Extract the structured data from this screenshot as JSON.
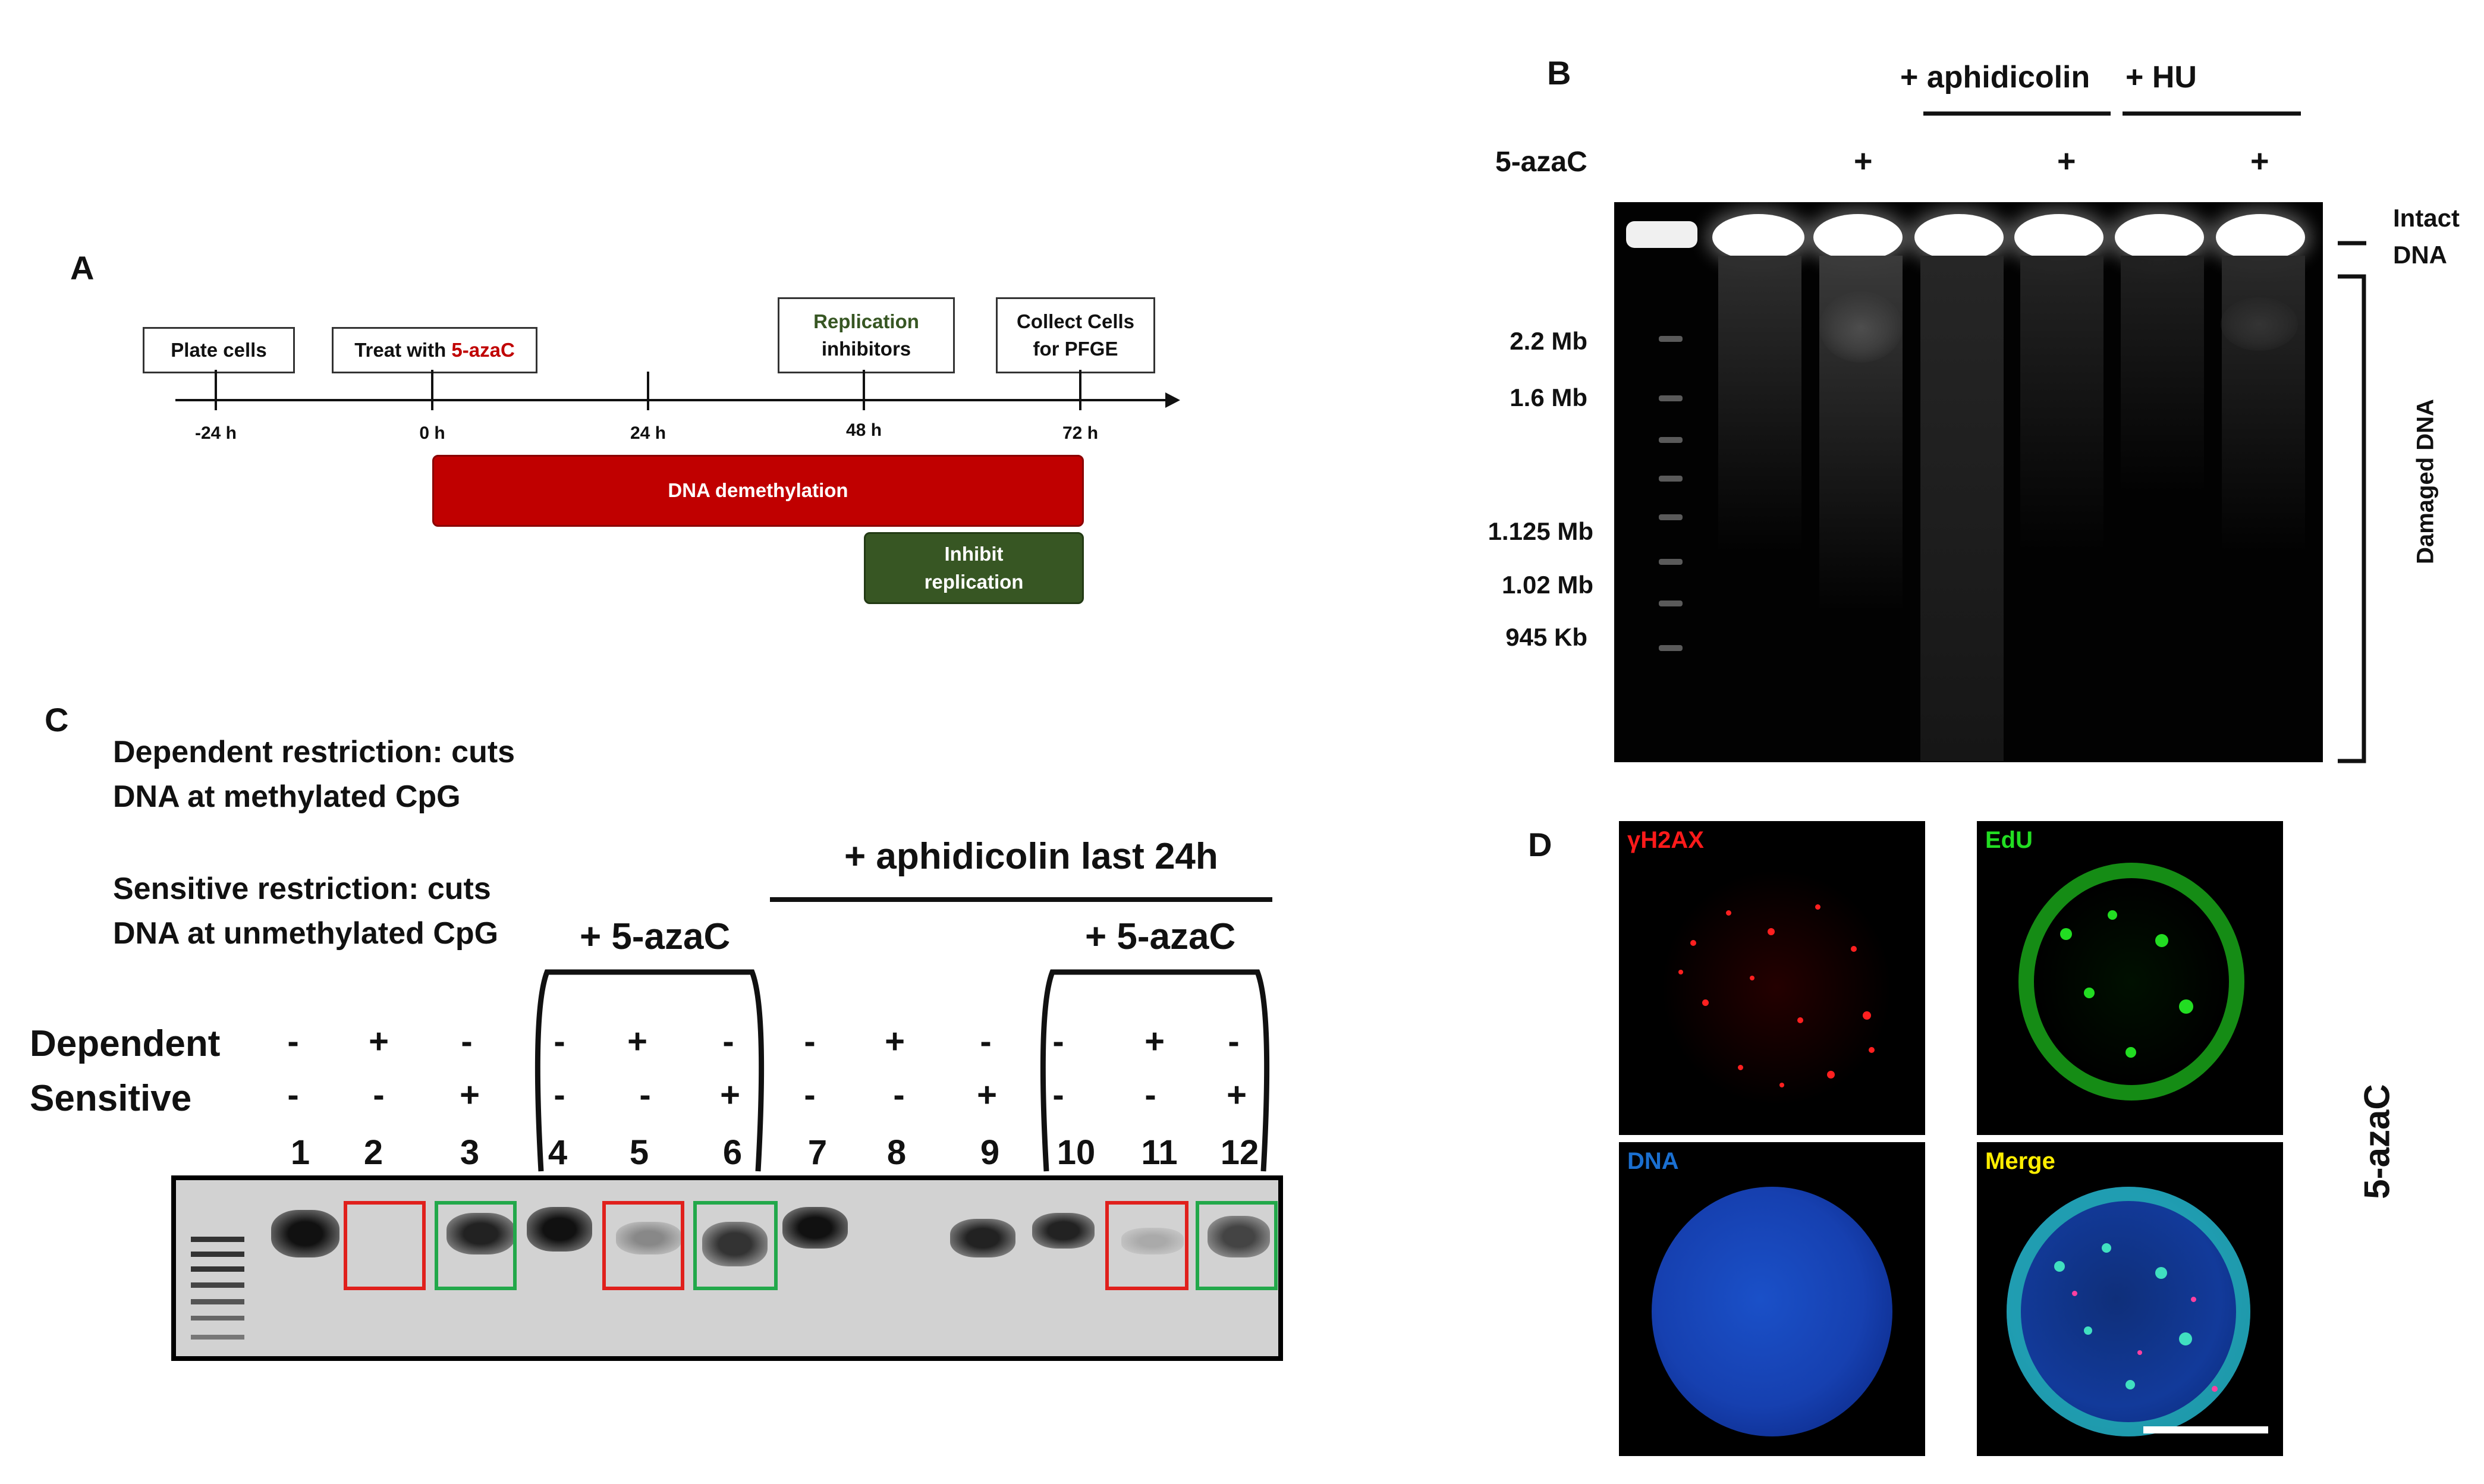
{
  "figure": {
    "panel_a": {
      "letter": "A",
      "boxes": {
        "plate": "Plate cells",
        "treat_prefix": "Treat with ",
        "treat_drug": "5-azaC",
        "repl_line1": "Replication",
        "repl_line2": "inhibitors",
        "collect_line1": "Collect Cells",
        "collect_line2": "for PFGE"
      },
      "timepoints": [
        "-24 h",
        "0 h",
        "24 h",
        "48 h",
        "72 h"
      ],
      "bar_demethylation": "DNA demethylation",
      "bar_inhibit_line1": "Inhibit",
      "bar_inhibit_line2": "replication",
      "colors": {
        "demethylation": "#c00000",
        "inhibit": "#375623",
        "drug_text": "#c00000",
        "repl_text": "#375623"
      }
    },
    "panel_b": {
      "letter": "B",
      "header_aphidicolin": "+ aphidicolin",
      "header_hu": "+ HU",
      "row_label": "5-azaC",
      "row_signs": [
        "",
        "+",
        "",
        "+",
        "",
        "+"
      ],
      "marker_sizes": [
        "2.2 Mb",
        "1.6 Mb",
        "1.125 Mb",
        "1.02 Mb",
        "945 Kb"
      ],
      "right_label_intact_1": "Intact",
      "right_label_intact_2": "DNA",
      "right_label_damaged": "Damaged DNA"
    },
    "panel_c": {
      "letter": "C",
      "desc_dep_1": "Dependent restriction: cuts",
      "desc_dep_2": "DNA at methylated CpG",
      "desc_sens_1": "Sensitive restriction: cuts",
      "desc_sens_2": "DNA at unmethylated CpG",
      "label_aza_1": "+ 5-azaC",
      "label_aphid": "+ aphidicolin last 24h",
      "label_aza_2": "+ 5-azaC",
      "row_dependent": "Dependent",
      "row_sensitive": "Sensitive",
      "dependent_signs": [
        "-",
        "+",
        "-",
        "-",
        "+",
        "-",
        "-",
        "+",
        "-",
        "-",
        "+",
        "-"
      ],
      "sensitive_signs": [
        "-",
        "-",
        "+",
        "-",
        "-",
        "+",
        "-",
        "-",
        "+",
        "-",
        "-",
        "+"
      ],
      "lanes": [
        "1",
        "2",
        "3",
        "4",
        "5",
        "6",
        "7",
        "8",
        "9",
        "10",
        "11",
        "12"
      ]
    },
    "panel_d": {
      "letter": "D",
      "tile_gh2ax": "γH2AX",
      "tile_edu": "EdU",
      "tile_dna": "DNA",
      "tile_merge": "Merge",
      "side_label": "5-azaC",
      "colors": {
        "gh2ax": "#ff1a1a",
        "edu": "#22dd22",
        "dna": "#1a6fd0",
        "merge": "#ffee00"
      }
    }
  }
}
